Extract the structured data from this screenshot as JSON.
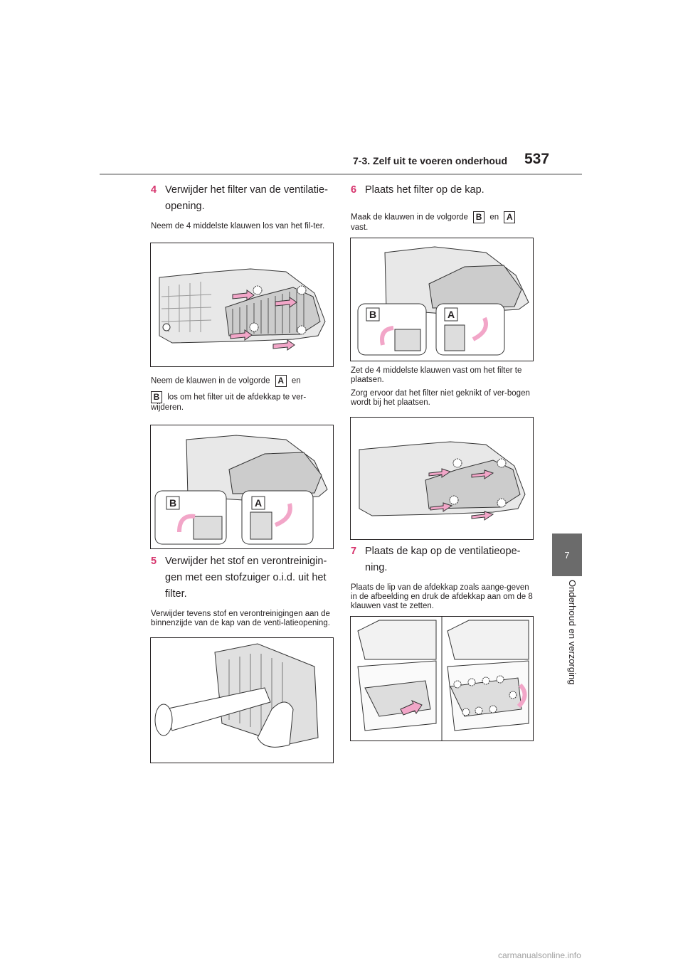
{
  "header": {
    "section_title": "7-3. Zelf uit te voeren onderhoud",
    "page_number": "537"
  },
  "side_tab": {
    "chapter": "7",
    "label": "Onderhoud en verzorging"
  },
  "steps": {
    "s4": {
      "num": "4",
      "title": "Verwijder het filter van de ventilatie-opening.",
      "p1": "Neem de 4 middelste klauwen los van het fil-ter.",
      "p2_a": "Neem de klauwen in de volgorde",
      "p2_b": "en",
      "p2_c": "los om het filter uit de afdekkap te ver-wijderen."
    },
    "s5": {
      "num": "5",
      "title": "Verwijder het stof en verontreinigin-gen met een stofzuiger o.i.d. uit het filter.",
      "p1": "Verwijder tevens stof en verontreinigingen aan de binnenzijde van de kap van de venti-latieopening."
    },
    "s6": {
      "num": "6",
      "title": "Plaats het filter op de kap.",
      "p1_a": "Maak de klauwen in de volgorde",
      "p1_b": "en",
      "p1_c": "vast.",
      "p2": "Zet de 4 middelste klauwen vast om het filter te plaatsen.",
      "p3": "Zorg ervoor dat het filter niet geknikt of ver-bogen wordt bij het plaatsen."
    },
    "s7": {
      "num": "7",
      "title": "Plaats de kap op de ventilatieope-ning.",
      "p1": "Plaats de lip van de afdekkap zoals aange-geven in de afbeelding en druk de afdekkap aan om de 8 klauwen vast te zetten."
    }
  },
  "keys": {
    "a": "A",
    "b": "B"
  },
  "watermark": "carmanualsonline.info",
  "colors": {
    "accent": "#d6336c",
    "arrow": "#f2a6c8",
    "rule": "#a8a8a8",
    "tab": "#6b6b6b"
  }
}
